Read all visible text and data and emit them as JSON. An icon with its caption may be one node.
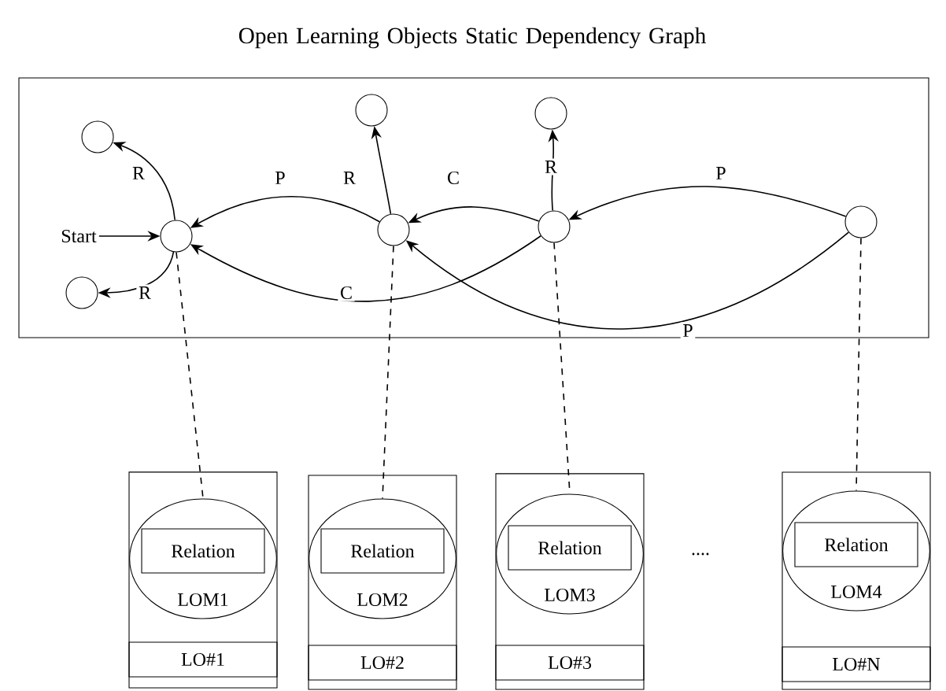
{
  "diagram": {
    "title": "Open Learning Objects Static Dependency Graph",
    "nodes": [
      {
        "text": [],
        "shape": "box"
      },
      {
        "text": [
          "Start"
        ],
        "in": 0
      },
      {
        "text": [],
        "shape": "circle",
        "in": 0
      },
      {
        "text": [],
        "shape": "circle",
        "in": 0
      },
      {
        "text": [],
        "shape": "circle",
        "in": 0
      },
      {
        "text": [],
        "shape": "circle",
        "in": 0
      },
      {
        "text": [],
        "shape": "circle",
        "in": 0
      },
      {
        "text": [],
        "shape": "circle",
        "in": 0
      },
      {
        "text": [],
        "shape": "circle",
        "in": 0
      },
      {
        "text": [],
        "shape": "circle",
        "in": 0
      },
      {
        "text": [],
        "shape": "box"
      },
      {
        "text": [
          "LOM1"
        ],
        "in": 10
      },
      {
        "text": [
          "Relation"
        ],
        "in": 11
      },
      {
        "text": [
          "LO#1"
        ],
        "in": 10
      },
      {
        "text": [],
        "shape": "box"
      },
      {
        "text": [
          "LOM2"
        ],
        "in": 14
      },
      {
        "text": [
          "Relation"
        ],
        "in": 15
      },
      {
        "text": [
          "LO#2"
        ],
        "in": 14
      },
      {
        "text": [],
        "shape": "box"
      },
      {
        "text": [
          "LOM3"
        ],
        "in": 18
      },
      {
        "text": [
          "Relation"
        ],
        "in": 19
      },
      {
        "text": [
          "LO#3"
        ],
        "in": 18
      },
      {
        "text": [],
        "shape": "box"
      },
      {
        "text": [
          "LOM4"
        ],
        "in": 22
      },
      {
        "text": [
          "Relation"
        ],
        "in": 23
      },
      {
        "text": [
          "LO#N"
        ],
        "in": 22
      }
    ],
    "edges": [
      {
        "from": 1,
        "to": 2,
        "arrow": "to"
      },
      {
        "from": 2,
        "to": 3,
        "arrow": "to",
        "label": "R"
      },
      {
        "from": 2,
        "to": 4,
        "arrow": "to",
        "label": "R"
      },
      {
        "from": 5,
        "to": 2,
        "arrow": "to",
        "label": "P"
      },
      {
        "from": 5,
        "to": 6,
        "arrow": "to",
        "label": "R"
      },
      {
        "from": 7,
        "to": 5,
        "arrow": "to",
        "label": "C"
      },
      {
        "from": 7,
        "to": 8,
        "arrow": "to",
        "label": "R"
      },
      {
        "from": 9,
        "to": 7,
        "arrow": "to",
        "label": "P"
      },
      {
        "from": 7,
        "to": 2,
        "arrow": "to",
        "label": "C"
      },
      {
        "from": 9,
        "to": 5,
        "arrow": "to",
        "label": "P"
      },
      {
        "from": 2,
        "to": 11,
        "arrow": "none",
        "style": "dashed"
      },
      {
        "from": 5,
        "to": 15,
        "arrow": "none",
        "style": "dashed"
      },
      {
        "from": 7,
        "to": 19,
        "arrow": "none",
        "style": "dashed"
      },
      {
        "from": 9,
        "to": 23,
        "arrow": "none",
        "style": "dashed"
      }
    ],
    "labels": [
      "...."
    ]
  }
}
